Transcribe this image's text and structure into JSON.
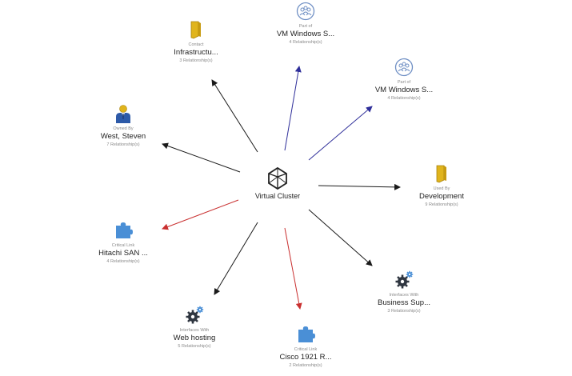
{
  "center": {
    "label": "Virtual Cluster",
    "icon": "polyhedron-icon"
  },
  "colors": {
    "default": "#1a1a1a",
    "part_of": "#2f2f9a",
    "critical": "#c93030"
  },
  "nodes": [
    {
      "id": "vm1",
      "relation": "Part of",
      "label": "VM Windows S...",
      "count": "4 Relationship(s)",
      "icon": "people-group-icon",
      "edge": "part_of"
    },
    {
      "id": "vm2",
      "relation": "Part of",
      "label": "VM Windows S...",
      "count": "4 Relationship(s)",
      "icon": "people-group-icon",
      "edge": "part_of"
    },
    {
      "id": "infra",
      "relation": "Contact",
      "label": "Infrastructu...",
      "count": "3 Relationship(s)",
      "icon": "folder-icon",
      "edge": "default"
    },
    {
      "id": "west",
      "relation": "Owned By",
      "label": "West, Steven",
      "count": "7 Relationship(s)",
      "icon": "person-icon",
      "edge": "default"
    },
    {
      "id": "dev",
      "relation": "Used By",
      "label": "Development",
      "count": "9 Relationship(s)",
      "icon": "folder-icon",
      "edge": "default"
    },
    {
      "id": "hitachi",
      "relation": "Critical Link",
      "label": "Hitachi SAN ...",
      "count": "4 Relationship(s)",
      "icon": "puzzle-icon",
      "edge": "critical"
    },
    {
      "id": "biz",
      "relation": "Interfaces With",
      "label": "Business Sup...",
      "count": "3 Relationship(s)",
      "icon": "gears-icon",
      "edge": "default"
    },
    {
      "id": "web",
      "relation": "Interfaces With",
      "label": "Web hosting",
      "count": "5 Relationship(s)",
      "icon": "gears-icon",
      "edge": "default"
    },
    {
      "id": "cisco",
      "relation": "Critical Link",
      "label": "Cisco 1921 R...",
      "count": "2 Relationship(s)",
      "icon": "puzzle-icon",
      "edge": "critical"
    }
  ]
}
